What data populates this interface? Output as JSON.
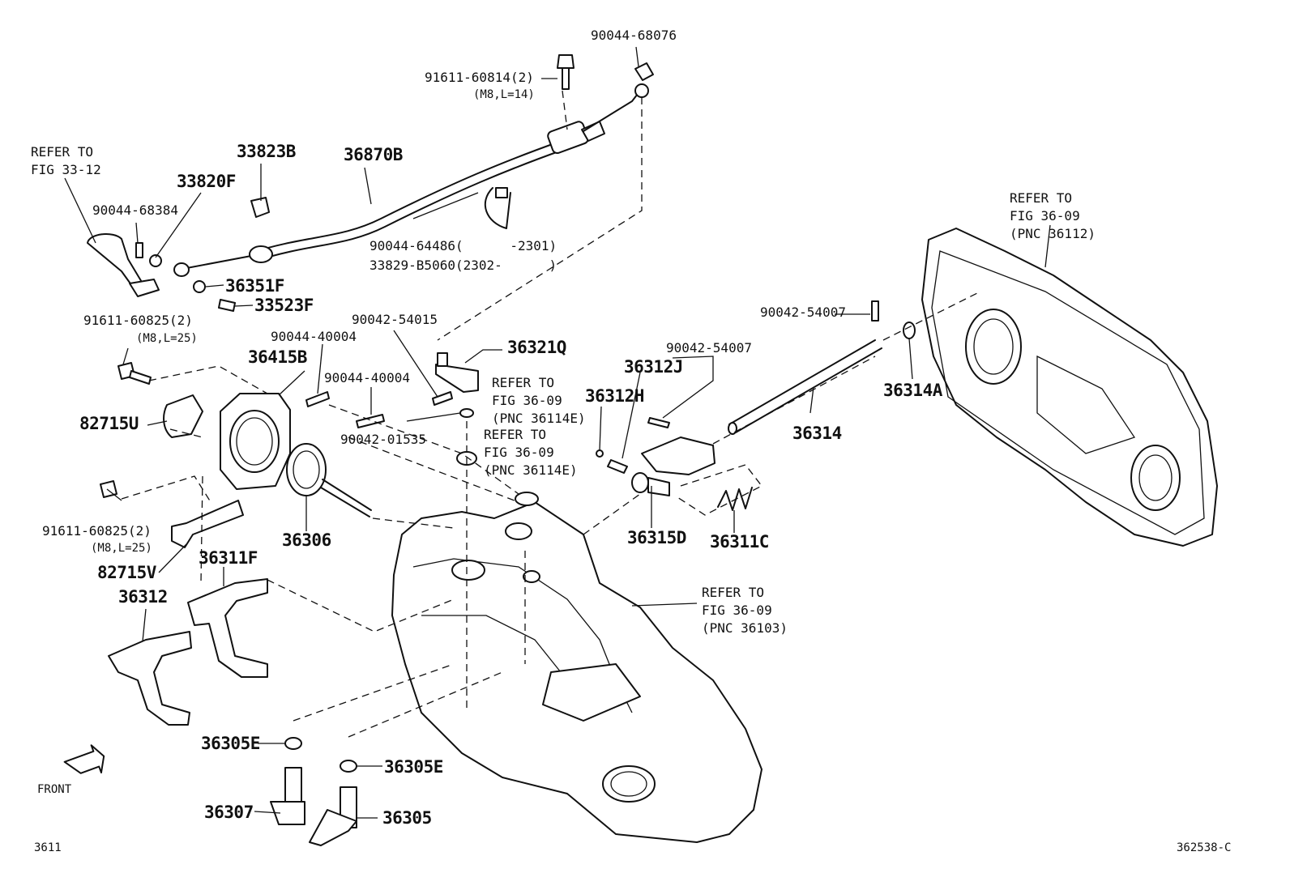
{
  "labels": {
    "p90044_68076": "90044-68076",
    "p91611_60814": "91611-60814(2)",
    "p91611_60814_spec": "(M8,L=14)",
    "p33823B": "33823B",
    "p36870B": "36870B",
    "refer_33_12_a": "REFER TO",
    "refer_33_12_b": "FIG 33-12",
    "p33820F": "33820F",
    "p90044_68384": "90044-68384",
    "p90044_64486": "90044-64486(      -2301)",
    "p33829_B5060": "33829-B5060(2302-      )",
    "p36351F": "36351F",
    "p33523F": "33523F",
    "p91611_60825_top": "91611-60825(2)",
    "p91611_60825_top_spec": "(M8,L=25)",
    "p90042_54015": "90042-54015",
    "p90044_40004_a": "90044-40004",
    "p36415B": "36415B",
    "p36321Q": "36321Q",
    "refer_36114e_1a": "REFER TO",
    "refer_36114e_1b": "FIG 36-09",
    "refer_36114e_1c": "(PNC 36114E)",
    "p90044_40004_b": "90044-40004",
    "p82715U": "82715U",
    "p90042_01535": "90042-01535",
    "refer_36114e_2a": "REFER TO",
    "refer_36114e_2b": "FIG 36-09",
    "refer_36114e_2c": "(PNC 36114E)",
    "p36312J": "36312J",
    "p90042_54007_b": "90042-54007",
    "p36312H": "36312H",
    "p90042_54007_a": "90042-54007",
    "p36314A": "36314A",
    "p36314": "36314",
    "refer_36112_a": "REFER TO",
    "refer_36112_b": "FIG 36-09",
    "refer_36112_c": "(PNC 36112)",
    "p91611_60825_bot": "91611-60825(2)",
    "p91611_60825_bot_spec": "(M8,L=25)",
    "p36306": "36306",
    "p36315D": "36315D",
    "p36311C": "36311C",
    "p82715V": "82715V",
    "p36311F": "36311F",
    "p36312": "36312",
    "refer_36103_a": "REFER TO",
    "refer_36103_b": "FIG 36-09",
    "refer_36103_c": "(PNC 36103)",
    "p36305E_a": "36305E",
    "p36305E_b": "36305E",
    "p36307": "36307",
    "p36305": "36305",
    "front": "FRONT",
    "fig_number": "3611",
    "illustration_id": "362538-C"
  }
}
